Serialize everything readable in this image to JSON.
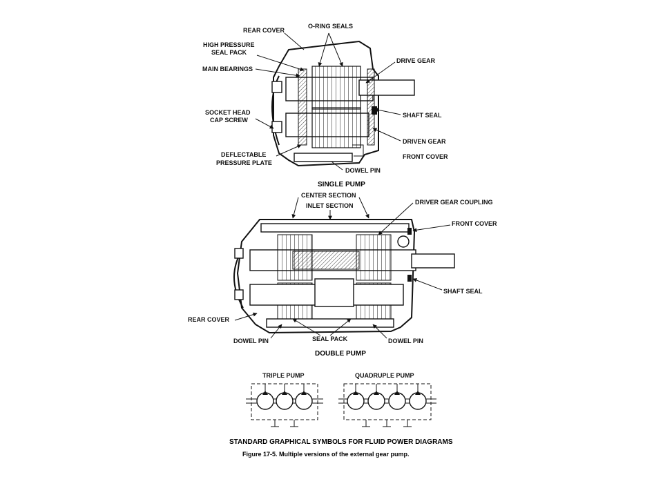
{
  "single_pump": {
    "title": "SINGLE PUMP",
    "labels": {
      "rear_cover": "REAR COVER",
      "o_ring_seals": "O-RING SEALS",
      "high_pressure_seal_pack_1": "HIGH PRESSURE",
      "high_pressure_seal_pack_2": "SEAL PACK",
      "main_bearings": "MAIN BEARINGS",
      "drive_gear": "DRIVE GEAR",
      "socket_head_1": "SOCKET HEAD",
      "socket_head_2": "CAP SCREW",
      "shaft_seal": "SHAFT SEAL",
      "driven_gear": "DRIVEN GEAR",
      "deflectable_1": "DEFLECTABLE",
      "deflectable_2": "PRESSURE PLATE",
      "front_cover": "FRONT COVER",
      "dowel_pin": "DOWEL PIN"
    }
  },
  "double_pump": {
    "title": "DOUBLE PUMP",
    "labels": {
      "center_section": "CENTER SECTION",
      "inlet_section": "INLET SECTION",
      "driver_gear_coupling": "DRIVER GEAR COUPLING",
      "front_cover": "FRONT COVER",
      "shaft_seal": "SHAFT SEAL",
      "rear_cover": "REAR COVER",
      "dowel_pin_left": "DOWEL PIN",
      "seal_pack": "SEAL PACK",
      "dowel_pin_right": "DOWEL PIN"
    }
  },
  "symbols": {
    "triple_pump": "TRIPLE PUMP",
    "quadruple_pump": "QUADRUPLE PUMP",
    "heading": "STANDARD GRAPHICAL SYMBOLS FOR FLUID POWER DIAGRAMS"
  },
  "caption": "Figure 17-5. Multiple versions of the external gear pump."
}
